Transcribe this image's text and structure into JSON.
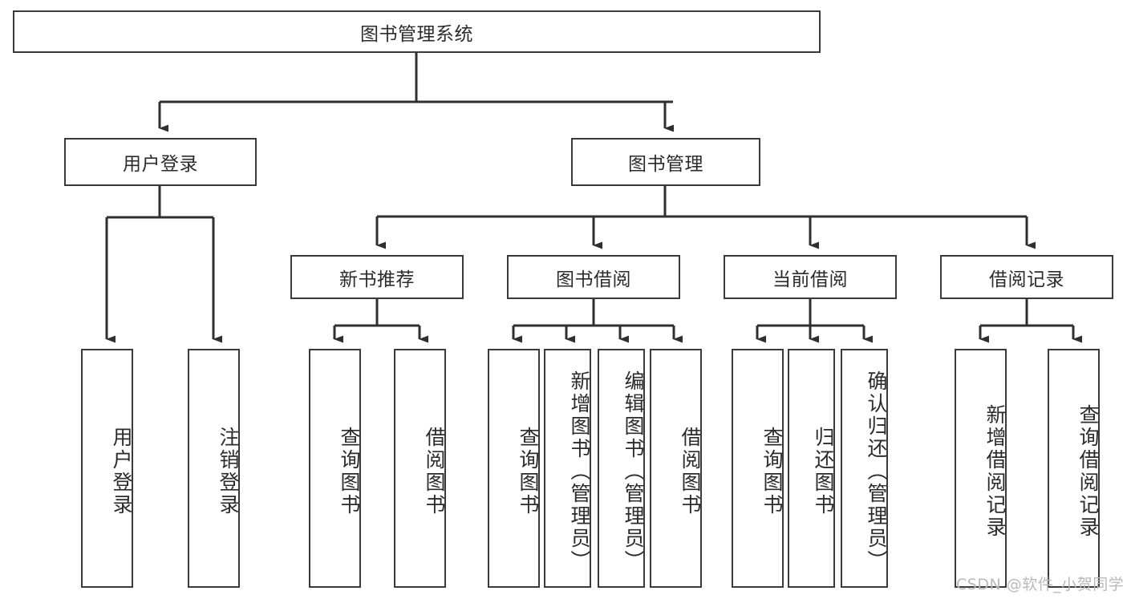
{
  "diagram": {
    "title": "图书管理系统",
    "type": "hierarchy-tree",
    "root": {
      "id": "root",
      "label": "图书管理系统",
      "orientation": "horizontal"
    },
    "level2": [
      {
        "id": "user-login",
        "label": "用户登录",
        "orientation": "horizontal"
      },
      {
        "id": "book-management",
        "label": "图书管理",
        "orientation": "horizontal"
      }
    ],
    "level3": [
      {
        "id": "new-book-recommend",
        "label": "新书推荐",
        "orientation": "horizontal",
        "parent": "book-management"
      },
      {
        "id": "book-borrow",
        "label": "图书借阅",
        "orientation": "horizontal",
        "parent": "book-management"
      },
      {
        "id": "current-borrow",
        "label": "当前借阅",
        "orientation": "horizontal",
        "parent": "book-management"
      },
      {
        "id": "borrow-record",
        "label": "借阅记录",
        "orientation": "horizontal",
        "parent": "book-management"
      }
    ],
    "leaves": [
      {
        "id": "leaf-user-login",
        "label": "用户登录",
        "parent": "user-login"
      },
      {
        "id": "leaf-logout-login",
        "label": "注销登录",
        "parent": "user-login"
      },
      {
        "id": "leaf-query-book-1",
        "label": "查询图书",
        "parent": "new-book-recommend"
      },
      {
        "id": "leaf-borrow-book-1",
        "label": "借阅图书",
        "parent": "new-book-recommend"
      },
      {
        "id": "leaf-query-book-2",
        "label": "查询图书",
        "parent": "book-borrow"
      },
      {
        "id": "leaf-add-book",
        "label": "新增图书（管理员）",
        "parent": "book-borrow"
      },
      {
        "id": "leaf-edit-book",
        "label": "编辑图书（管理员）",
        "parent": "book-borrow"
      },
      {
        "id": "leaf-borrow-book-2",
        "label": "借阅图书",
        "parent": "book-borrow"
      },
      {
        "id": "leaf-query-book-3",
        "label": "查询图书",
        "parent": "current-borrow"
      },
      {
        "id": "leaf-return-book",
        "label": "归还图书",
        "parent": "current-borrow"
      },
      {
        "id": "leaf-confirm-return",
        "label": "确认归还（管理员）",
        "parent": "current-borrow"
      },
      {
        "id": "leaf-add-record",
        "label": "新增借阅记录",
        "parent": "borrow-record"
      },
      {
        "id": "leaf-query-record",
        "label": "查询借阅记录",
        "parent": "borrow-record"
      }
    ]
  },
  "watermark": {
    "text": "CSDN @软件_小贺同学"
  },
  "colors": {
    "box_border": "#3a3a3a",
    "connector": "#2f2f2f",
    "text": "#2b2b2b",
    "background": "#ffffff",
    "watermark": "#b9b9b9"
  }
}
